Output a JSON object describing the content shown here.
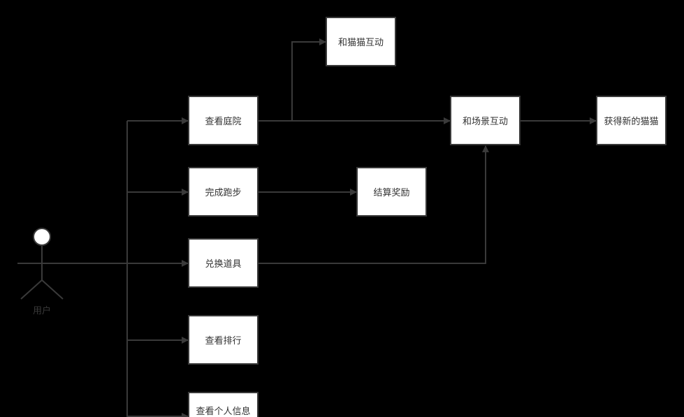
{
  "diagram": {
    "actor": {
      "label": "用户"
    },
    "nodes": {
      "view_yard": "查看庭院",
      "finish_run": "完成跑步",
      "exchange_items": "兑换道具",
      "view_rank": "查看排行",
      "view_profile": "查看个人信息",
      "interact_cat": "和猫猫互动",
      "interact_scene": "和场景互动",
      "settle_reward": "结算奖励",
      "get_new_cat": "获得新的猫猫"
    },
    "colors": {
      "background": "#000000",
      "node_fill": "#ffffff",
      "node_border": "#3a3a3a",
      "edge": "#3a3a3a",
      "text": "#333333"
    }
  }
}
